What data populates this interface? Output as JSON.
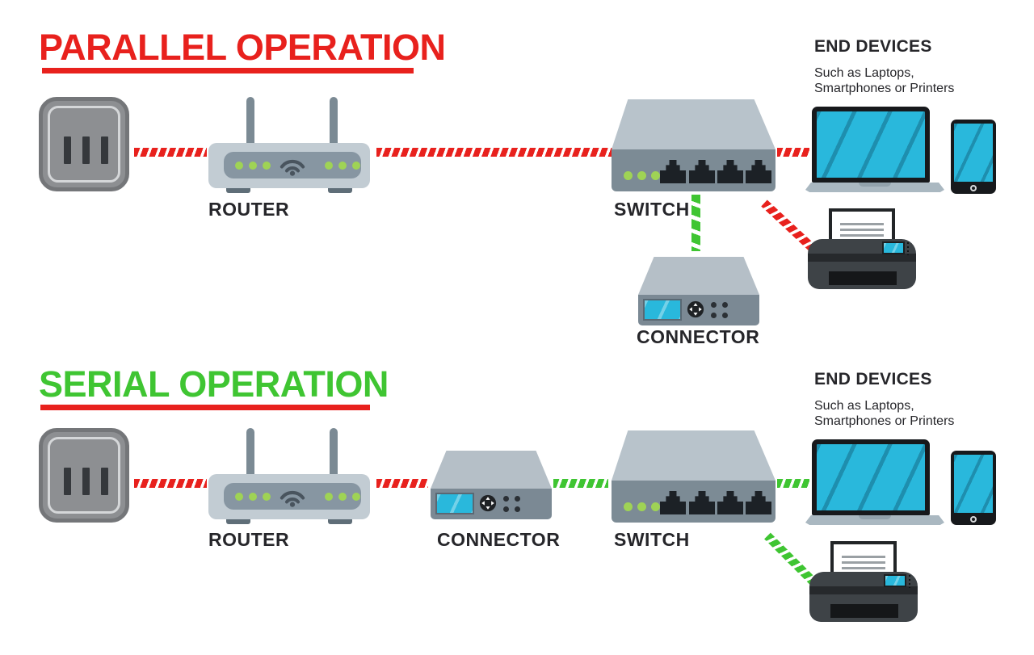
{
  "colors": {
    "red": "#e8211d",
    "green": "#3fc532",
    "led_green": "#9fd355",
    "screen_cyan": "#29b8dc",
    "ink": "#26262a"
  },
  "sections": [
    {
      "id": "parallel",
      "title": "PARALLEL OPERATION",
      "labels": {
        "router": "ROUTER",
        "switch": "SWITCH",
        "connector": "CONNECTOR"
      },
      "end_devices": {
        "heading": "END DEVICES",
        "subtitle_line1": "Such as Laptops,",
        "subtitle_line2": "Smartphones or Printers"
      }
    },
    {
      "id": "serial",
      "title": "SERIAL OPERATION",
      "labels": {
        "router": "ROUTER",
        "switch": "SWITCH",
        "connector": "CONNECTOR"
      },
      "end_devices": {
        "heading": "END DEVICES",
        "subtitle_line1": "Such as Laptops,",
        "subtitle_line2": "Smartphones or Printers"
      }
    }
  ]
}
